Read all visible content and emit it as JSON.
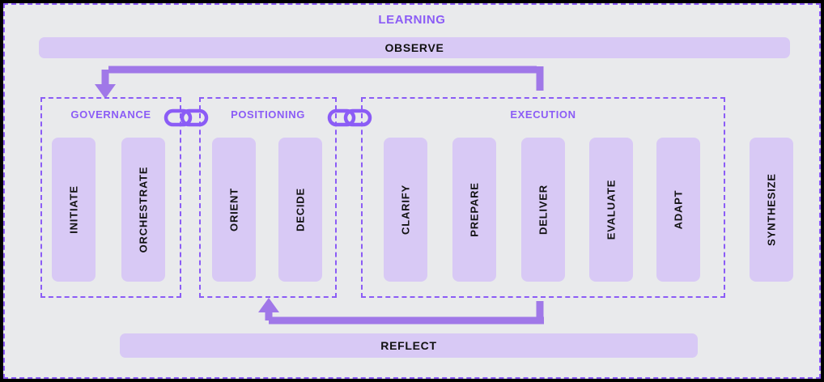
{
  "diagram": {
    "title": "LEARNING",
    "accent_color": "#8b5cf6",
    "card_color": "#d8c9f5",
    "panel_color": "#e9eaec",
    "page_color": "#000000"
  },
  "top_bar": {
    "label": "OBSERVE"
  },
  "bottom_bar": {
    "label": "REFLECT"
  },
  "groups": [
    {
      "id": "governance",
      "label": "GOVERNANCE",
      "cards": [
        {
          "label": "INITIATE"
        },
        {
          "label": "ORCHESTRATE"
        }
      ]
    },
    {
      "id": "positioning",
      "label": "POSITIONING",
      "cards": [
        {
          "label": "ORIENT"
        },
        {
          "label": "DECIDE"
        }
      ]
    },
    {
      "id": "execution",
      "label": "EXECUTION",
      "cards": [
        {
          "label": "CLARIFY"
        },
        {
          "label": "PREPARE"
        },
        {
          "label": "DELIVER"
        },
        {
          "label": "EVALUATE"
        },
        {
          "label": "ADAPT"
        }
      ]
    }
  ],
  "standalone_cards": [
    {
      "label": "SYNTHESIZE"
    }
  ],
  "connectors": [
    {
      "name": "chain-governance-positioning",
      "icon": "chain-link-icon"
    },
    {
      "name": "chain-positioning-execution",
      "icon": "chain-link-icon"
    },
    {
      "name": "observe-to-governance-arrow",
      "icon": "arrow-down-icon"
    },
    {
      "name": "execution-to-reflect-arrow",
      "icon": "arrow-up-icon"
    }
  ]
}
